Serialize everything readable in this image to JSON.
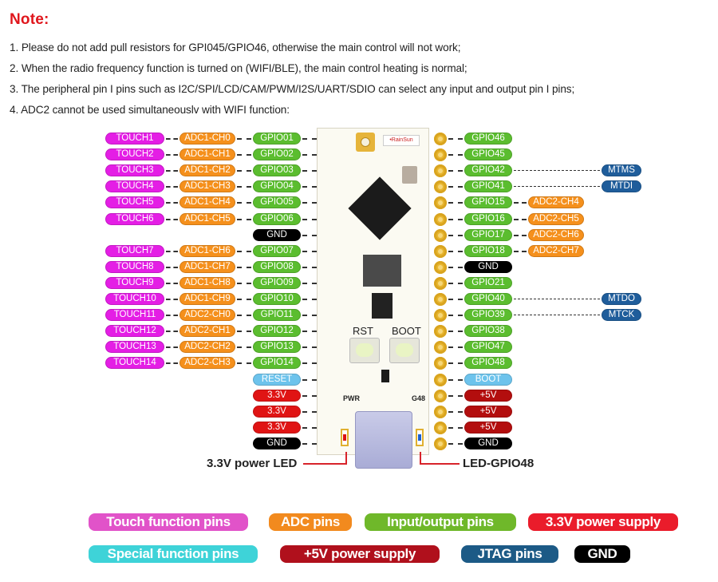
{
  "note": {
    "title": "Note:",
    "lines": [
      "1. Please do not add pull resistors for GPI045/GPIO46, otherwise the main control will not work;",
      "2. When the radio frequency function is turned on (WIFI/BLE), the main control heating is normal;",
      "3. The peripheral pin I pins such as I2C/SPI/LCD/CAM/PWM/I2S/UART/SDIO can select any input and output pin I pins;",
      "4. ADC2 cannot be used simultaneouslv with WIFI function:"
    ]
  },
  "left_pins": [
    {
      "board": "01",
      "touch": "TOUCH1",
      "adc": "ADC1-CH0",
      "main": "GPIO01",
      "type": "gpio"
    },
    {
      "board": "02",
      "touch": "TOUCH2",
      "adc": "ADC1-CH1",
      "main": "GPIO02",
      "type": "gpio"
    },
    {
      "board": "03",
      "touch": "TOUCH3",
      "adc": "ADC1-CH2",
      "main": "GPIO03",
      "type": "gpio"
    },
    {
      "board": "04",
      "touch": "TOUCH4",
      "adc": "ADC1-CH3",
      "main": "GPIO04",
      "type": "gpio"
    },
    {
      "board": "05",
      "touch": "TOUCH5",
      "adc": "ADC1-CH4",
      "main": "GPIO05",
      "type": "gpio"
    },
    {
      "board": "06",
      "touch": "TOUCH6",
      "adc": "ADC1-CH5",
      "main": "GPIO06",
      "type": "gpio"
    },
    {
      "board": "GND",
      "touch": null,
      "adc": null,
      "main": "GND",
      "type": "gnd"
    },
    {
      "board": "07",
      "touch": "TOUCH7",
      "adc": "ADC1-CH6",
      "main": "GPIO07",
      "type": "gpio"
    },
    {
      "board": "08",
      "touch": "TOUCH8",
      "adc": "ADC1-CH7",
      "main": "GPIO08",
      "type": "gpio"
    },
    {
      "board": "09",
      "touch": "TOUCH9",
      "adc": "ADC1-CH8",
      "main": "GPIO09",
      "type": "gpio"
    },
    {
      "board": "10",
      "touch": "TOUCH10",
      "adc": "ADC1-CH9",
      "main": "GPIO10",
      "type": "gpio"
    },
    {
      "board": "11",
      "touch": "TOUCH11",
      "adc": "ADC2-CH0",
      "main": "GPIO11",
      "type": "gpio"
    },
    {
      "board": "12",
      "touch": "TOUCH12",
      "adc": "ADC2-CH1",
      "main": "GPIO12",
      "type": "gpio"
    },
    {
      "board": "13",
      "touch": "TOUCH13",
      "adc": "ADC2-CH2",
      "main": "GPIO13",
      "type": "gpio"
    },
    {
      "board": "14",
      "touch": "TOUCH14",
      "adc": "ADC2-CH3",
      "main": "GPIO14",
      "type": "gpio"
    },
    {
      "board": "RST",
      "touch": null,
      "adc": null,
      "main": "RESET",
      "type": "reset"
    },
    {
      "board": "3V3",
      "touch": null,
      "adc": null,
      "main": "3.3V",
      "type": "v33"
    },
    {
      "board": "",
      "touch": null,
      "adc": null,
      "main": "3.3V",
      "type": "v33"
    },
    {
      "board": "",
      "touch": null,
      "adc": null,
      "main": "3.3V",
      "type": "v33"
    },
    {
      "board": "GND",
      "touch": null,
      "adc": null,
      "main": "GND",
      "type": "gnd"
    }
  ],
  "right_pins": [
    {
      "board": "46",
      "main": "GPIO46",
      "type": "gpio",
      "adc": null,
      "jtag": null
    },
    {
      "board": "45",
      "main": "GPIO45",
      "type": "gpio",
      "adc": null,
      "jtag": null
    },
    {
      "board": "42",
      "main": "GPIO42",
      "type": "gpio",
      "adc": null,
      "jtag": "MTMS"
    },
    {
      "board": "41",
      "main": "GPIO41",
      "type": "gpio",
      "adc": null,
      "jtag": "MTDI"
    },
    {
      "board": "15",
      "main": "GPIO15",
      "type": "gpio",
      "adc": "ADC2-CH4",
      "jtag": null
    },
    {
      "board": "16",
      "main": "GPIO16",
      "type": "gpio",
      "adc": "ADC2-CH5",
      "jtag": null
    },
    {
      "board": "17",
      "main": "GPIO17",
      "type": "gpio",
      "adc": "ADC2-CH6",
      "jtag": null
    },
    {
      "board": "18",
      "main": "GPIO18",
      "type": "gpio",
      "adc": "ADC2-CH7",
      "jtag": null
    },
    {
      "board": "GND",
      "main": "GND",
      "type": "gnd",
      "adc": null,
      "jtag": null
    },
    {
      "board": "21",
      "main": "GPIO21",
      "type": "gpio",
      "adc": null,
      "jtag": null
    },
    {
      "board": "40",
      "main": "GPIO40",
      "type": "gpio",
      "adc": null,
      "jtag": "MTDO"
    },
    {
      "board": "39",
      "main": "GPIO39",
      "type": "gpio",
      "adc": null,
      "jtag": "MTCK"
    },
    {
      "board": "38",
      "main": "GPIO38",
      "type": "gpio",
      "adc": null,
      "jtag": null
    },
    {
      "board": "47",
      "main": "GPIO47",
      "type": "gpio",
      "adc": null,
      "jtag": null
    },
    {
      "board": "48",
      "main": "GPIO48",
      "type": "gpio",
      "adc": null,
      "jtag": null
    },
    {
      "board": "BOT",
      "main": "BOOT",
      "type": "reset",
      "adc": null,
      "jtag": null
    },
    {
      "board": "",
      "main": "+5V",
      "type": "v5",
      "adc": null,
      "jtag": null
    },
    {
      "board": "5V",
      "main": "+5V",
      "type": "v5",
      "adc": null,
      "jtag": null
    },
    {
      "board": "",
      "main": "+5V",
      "type": "v5",
      "adc": null,
      "jtag": null
    },
    {
      "board": "GND",
      "main": "GND",
      "type": "gnd",
      "adc": null,
      "jtag": null
    }
  ],
  "board": {
    "brand": "•RainSun",
    "rst_button": "RST",
    "boot_button": "BOOT",
    "pwr_label": "PWR",
    "g48_label": "G48"
  },
  "callouts": {
    "left": "3.3V power LED",
    "right": "LED-GPIO48"
  },
  "legend": [
    {
      "label": "Touch function pins",
      "color": "#e153c9"
    },
    {
      "label": "ADC pins",
      "color": "#f28a1e"
    },
    {
      "label": "Input/output pins",
      "color": "#6fb82a"
    },
    {
      "label": "3.3V power supply",
      "color": "#ea1c2b"
    },
    {
      "label": "Special function pins",
      "color": "#3ed3d8"
    },
    {
      "label": "+5V power supply",
      "color": "#b0101c"
    },
    {
      "label": "JTAG  pins",
      "color": "#1c5a86"
    },
    {
      "label": "GND",
      "color": "#000000"
    }
  ]
}
